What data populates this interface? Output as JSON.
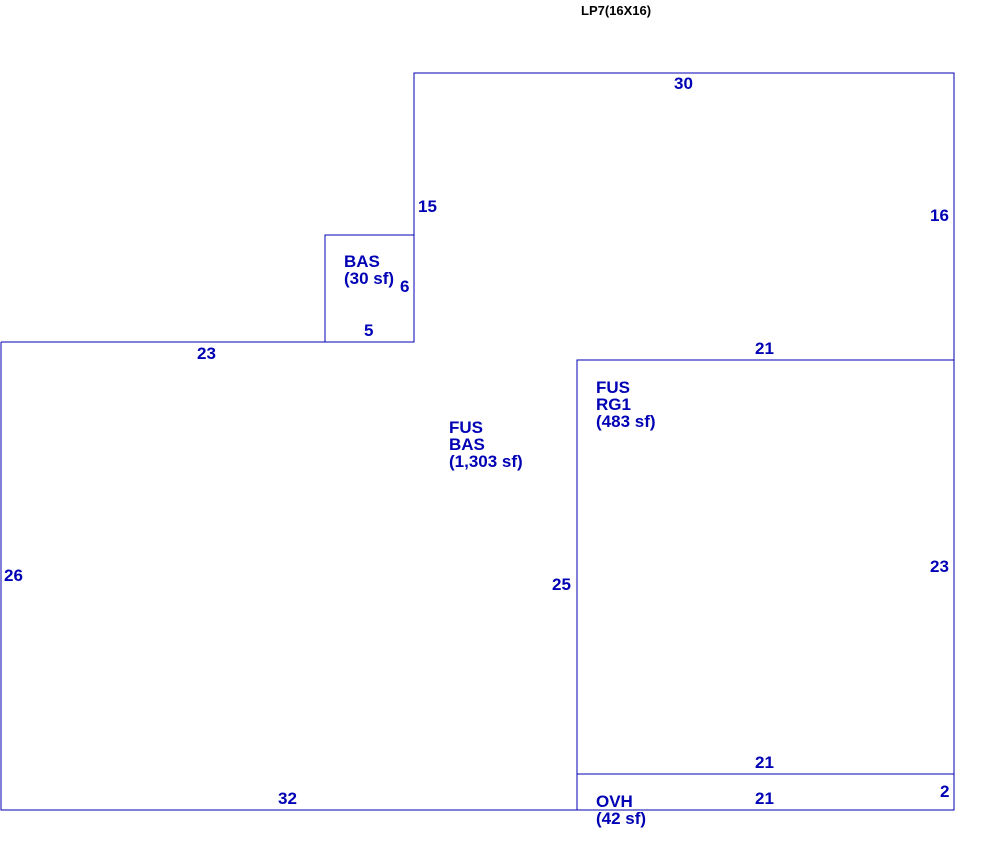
{
  "colors": {
    "line": "#0000b4",
    "text": "#0000b4",
    "title": "#000000",
    "background": "#ffffff"
  },
  "title": "LP7(16X16)",
  "areas": {
    "bas_small": {
      "line1": "BAS",
      "line2": "(30 sf)"
    },
    "fus_bas": {
      "line1": "FUS",
      "line2": "BAS",
      "line3": "(1,303 sf)"
    },
    "fus_rg1": {
      "line1": "FUS",
      "line2": "RG1",
      "line3": "(483 sf)"
    },
    "ovh": {
      "line1": "OVH",
      "line2": "(42 sf)"
    }
  },
  "dimensions": {
    "top_30": "30",
    "notch_15": "15",
    "right_16": "16",
    "small_6": "6",
    "small_5": "5",
    "left_top_23": "23",
    "garage_top_21": "21",
    "left_26": "26",
    "garage_left_25": "25",
    "garage_right_23": "23",
    "garage_bottom_21": "21",
    "ovh_bottom_21": "21",
    "ovh_right_2": "2",
    "bottom_32": "32"
  }
}
